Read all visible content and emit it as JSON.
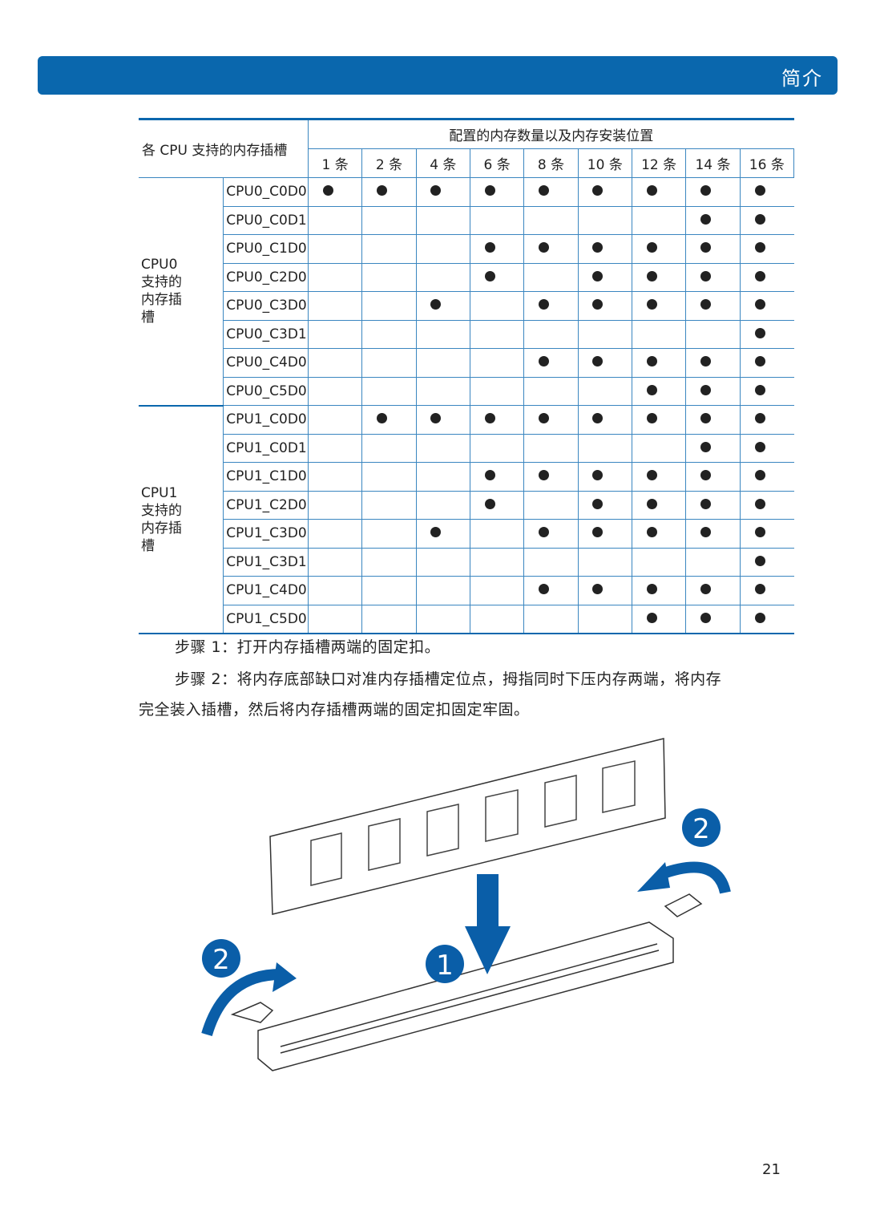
{
  "header": {
    "section_title": "简介"
  },
  "table": {
    "corner_header": "各 CPU 支持的内存插槽",
    "group_header": "配置的内存数量以及内存安装位置",
    "columns": [
      "1 条",
      "2 条",
      "4 条",
      "6 条",
      "8 条",
      "10 条",
      "12 条",
      "14 条",
      "16 条"
    ],
    "groups": [
      {
        "label": "CPU0\n支持的\n内存插\n槽",
        "rows": [
          {
            "slot": "CPU0_C0D0",
            "filled": [
              1,
              1,
              1,
              1,
              1,
              1,
              1,
              1,
              1
            ]
          },
          {
            "slot": "CPU0_C0D1",
            "filled": [
              0,
              0,
              0,
              0,
              0,
              0,
              0,
              1,
              1
            ]
          },
          {
            "slot": "CPU0_C1D0",
            "filled": [
              0,
              0,
              0,
              1,
              1,
              1,
              1,
              1,
              1
            ]
          },
          {
            "slot": "CPU0_C2D0",
            "filled": [
              0,
              0,
              0,
              1,
              0,
              1,
              1,
              1,
              1
            ]
          },
          {
            "slot": "CPU0_C3D0",
            "filled": [
              0,
              0,
              1,
              0,
              1,
              1,
              1,
              1,
              1
            ]
          },
          {
            "slot": "CPU0_C3D1",
            "filled": [
              0,
              0,
              0,
              0,
              0,
              0,
              0,
              0,
              1
            ]
          },
          {
            "slot": "CPU0_C4D0",
            "filled": [
              0,
              0,
              0,
              0,
              1,
              1,
              1,
              1,
              1
            ]
          },
          {
            "slot": "CPU0_C5D0",
            "filled": [
              0,
              0,
              0,
              0,
              0,
              0,
              1,
              1,
              1
            ]
          }
        ]
      },
      {
        "label": "CPU1\n支持的\n内存插\n槽",
        "rows": [
          {
            "slot": "CPU1_C0D0",
            "filled": [
              0,
              1,
              1,
              1,
              1,
              1,
              1,
              1,
              1
            ]
          },
          {
            "slot": "CPU1_C0D1",
            "filled": [
              0,
              0,
              0,
              0,
              0,
              0,
              0,
              1,
              1
            ]
          },
          {
            "slot": "CPU1_C1D0",
            "filled": [
              0,
              0,
              0,
              1,
              1,
              1,
              1,
              1,
              1
            ]
          },
          {
            "slot": "CPU1_C2D0",
            "filled": [
              0,
              0,
              0,
              1,
              0,
              1,
              1,
              1,
              1
            ]
          },
          {
            "slot": "CPU1_C3D0",
            "filled": [
              0,
              0,
              1,
              0,
              1,
              1,
              1,
              1,
              1
            ]
          },
          {
            "slot": "CPU1_C3D1",
            "filled": [
              0,
              0,
              0,
              0,
              0,
              0,
              0,
              0,
              1
            ]
          },
          {
            "slot": "CPU1_C4D0",
            "filled": [
              0,
              0,
              0,
              0,
              1,
              1,
              1,
              1,
              1
            ]
          },
          {
            "slot": "CPU1_C5D0",
            "filled": [
              0,
              0,
              0,
              0,
              0,
              0,
              1,
              1,
              1
            ]
          }
        ]
      }
    ]
  },
  "steps": {
    "step1": "步骤 1：打开内存插槽两端的固定扣。",
    "step2_line1": "步骤 2：将内存底部缺口对准内存插槽定位点，拇指同时下压内存两端，将内存",
    "step2_line2": "完全装入插槽，然后将内存插槽两端的固定扣固定牢固。"
  },
  "illustration": {
    "callout_1": "1",
    "callout_2_left": "2",
    "callout_2_right": "2",
    "accent": "#0a5ea8"
  },
  "page_number": "21"
}
